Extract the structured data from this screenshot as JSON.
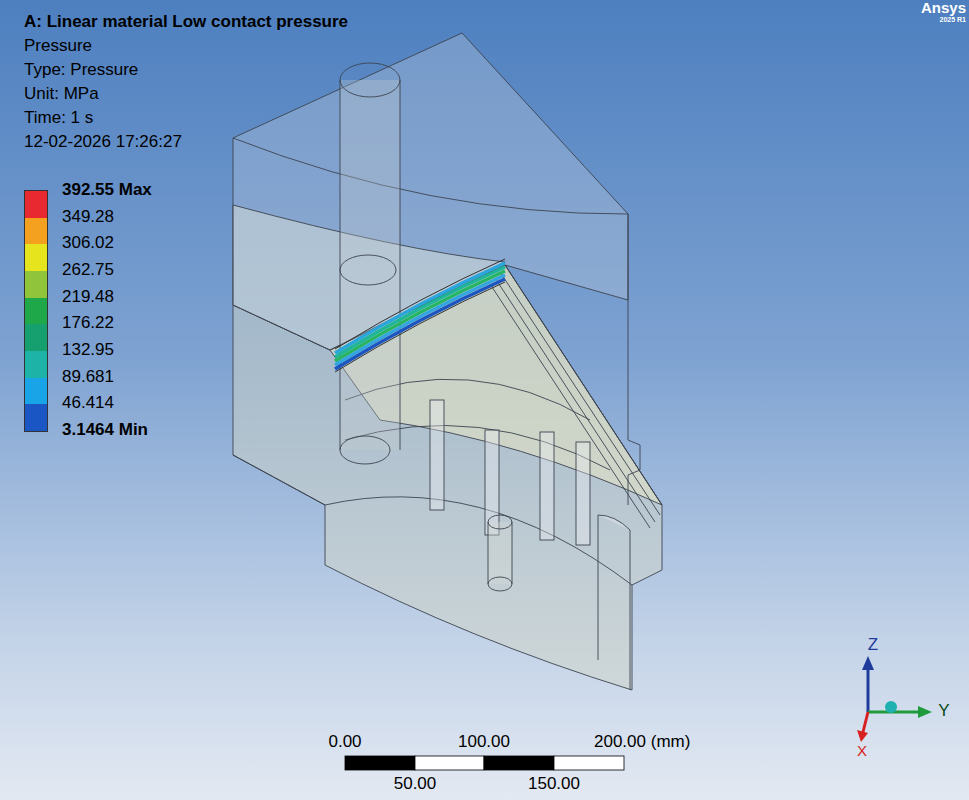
{
  "diagram": {
    "title": "A: Linear material Low contact pressure",
    "labels": [
      "Pressure",
      "Type: Pressure",
      "Unit: MPa",
      "Time: 1 s",
      "12-02-2026 17:26:27",
      "0.00",
      "100.00",
      "200.00 (mm)",
      "50.00",
      "150.00",
      "Z",
      "Y",
      "X",
      "Ansys",
      "2025 R1"
    ],
    "legend": [
      {
        "text": "392.55 Max",
        "color": "#e8292f"
      },
      {
        "text": "349.28",
        "color": "#f4a11f"
      },
      {
        "text": "306.02",
        "color": "#e6e41c"
      },
      {
        "text": "262.75",
        "color": "#8fc43b"
      },
      {
        "text": "219.48",
        "color": "#1fa84a"
      },
      {
        "text": "176.22",
        "color": "#16a070"
      },
      {
        "text": "132.95",
        "color": "#1db3a6"
      },
      {
        "text": "89.681",
        "color": "#1aa4e8"
      },
      {
        "text": "46.414",
        "color": "#1a56c4"
      },
      {
        "text": "3.1464 Min"
      }
    ]
  }
}
